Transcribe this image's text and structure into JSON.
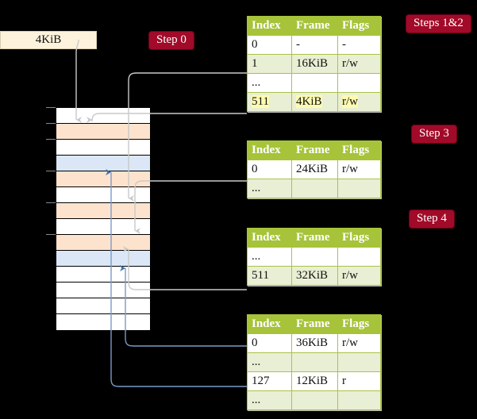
{
  "diagram": {
    "title": "multi-level-page-table-walk",
    "virtual_page": {
      "label": "4KiB"
    },
    "step_badges": [
      {
        "name": "step-0",
        "label": "Step 0"
      },
      {
        "name": "steps-1-2",
        "label": "Steps 1&2"
      },
      {
        "name": "step-3",
        "label": "Step 3"
      },
      {
        "name": "step-4",
        "label": "Step 4"
      }
    ],
    "colors": {
      "badge_bg": "#a10a28",
      "header_green": "#a6c339",
      "row_green": "#e9efd4",
      "highlight_yellow": "#fdfbb0",
      "memory_orange": "#fde3cd",
      "memory_blue": "#dbe7f7",
      "page_box": "#fdf3dd",
      "wire_gray": "#b5b5b5",
      "wire_blue": "#7a9bc8"
    },
    "memory": {
      "name": "physical-memory-column",
      "rows": [
        {
          "fill": "white"
        },
        {
          "fill": "orange"
        },
        {
          "fill": "white"
        },
        {
          "fill": "blue"
        },
        {
          "fill": "orange"
        },
        {
          "fill": "white"
        },
        {
          "fill": "orange"
        },
        {
          "fill": "white"
        },
        {
          "fill": "orange"
        },
        {
          "fill": "blue"
        },
        {
          "fill": "white"
        },
        {
          "fill": "white"
        },
        {
          "fill": "white"
        },
        {
          "fill": "white"
        }
      ]
    },
    "tables": [
      {
        "name": "page-table-level-0",
        "headers": [
          "Index",
          "Frame",
          "Flags"
        ],
        "rows": [
          {
            "cells": [
              "0",
              "-",
              "-"
            ],
            "fill": "white",
            "highlight": false
          },
          {
            "cells": [
              "1",
              "16KiB",
              "r/w"
            ],
            "fill": "green",
            "highlight": false
          },
          {
            "cells": [
              "...",
              "",
              ""
            ],
            "fill": "white",
            "highlight": false
          },
          {
            "cells": [
              "511",
              "4KiB",
              "r/w"
            ],
            "fill": "green",
            "highlight": true
          }
        ]
      },
      {
        "name": "page-table-level-1",
        "headers": [
          "Index",
          "Frame",
          "Flags"
        ],
        "rows": [
          {
            "cells": [
              "0",
              "24KiB",
              "r/w"
            ],
            "fill": "white",
            "highlight": false
          },
          {
            "cells": [
              "...",
              "",
              ""
            ],
            "fill": "green",
            "highlight": false
          }
        ]
      },
      {
        "name": "page-table-level-2",
        "headers": [
          "Index",
          "Frame",
          "Flags"
        ],
        "rows": [
          {
            "cells": [
              "...",
              "",
              ""
            ],
            "fill": "white",
            "highlight": false
          },
          {
            "cells": [
              "511",
              "32KiB",
              "r/w"
            ],
            "fill": "green",
            "highlight": false
          }
        ]
      },
      {
        "name": "page-table-level-3",
        "headers": [
          "Index",
          "Frame",
          "Flags"
        ],
        "rows": [
          {
            "cells": [
              "0",
              "36KiB",
              "r/w"
            ],
            "fill": "white",
            "highlight": false
          },
          {
            "cells": [
              "...",
              "",
              ""
            ],
            "fill": "green",
            "highlight": false
          },
          {
            "cells": [
              "127",
              "12KiB",
              "r"
            ],
            "fill": "white",
            "highlight": false
          },
          {
            "cells": [
              "...",
              "",
              ""
            ],
            "fill": "green",
            "highlight": false
          }
        ]
      }
    ]
  }
}
